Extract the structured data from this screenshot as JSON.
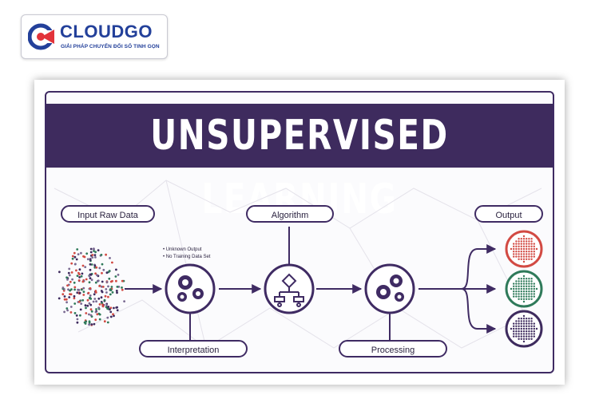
{
  "brand": {
    "name": "CLOUDGO",
    "tagline": "GIẢI PHÁP CHUYỂN ĐỔI SỐ TINH GỌN",
    "colors": {
      "primary": "#23409a",
      "accent": "#e2333a"
    }
  },
  "diagram": {
    "title": "UNSUPERVISED LEARNING",
    "colors": {
      "banner": "#3e2b5e",
      "line": "#3f2b63",
      "red": "#d24a43",
      "green": "#2f7a5a",
      "purple": "#3e2b5e"
    },
    "labels": {
      "input": "Input Raw Data",
      "algorithm": "Algorithm",
      "output": "Output",
      "interpretation": "Interpretation",
      "processing": "Processing"
    },
    "interpretation_notes": [
      "Unknown Output",
      "No Training Data Set"
    ],
    "icons": {
      "raw_data": "scattered-dots-icon",
      "interpretation": "gears-icon",
      "algorithm": "flowchart-icon",
      "processing": "gears-icon",
      "outputs": [
        "red-cluster-icon",
        "green-cluster-icon",
        "purple-cluster-icon"
      ]
    }
  }
}
